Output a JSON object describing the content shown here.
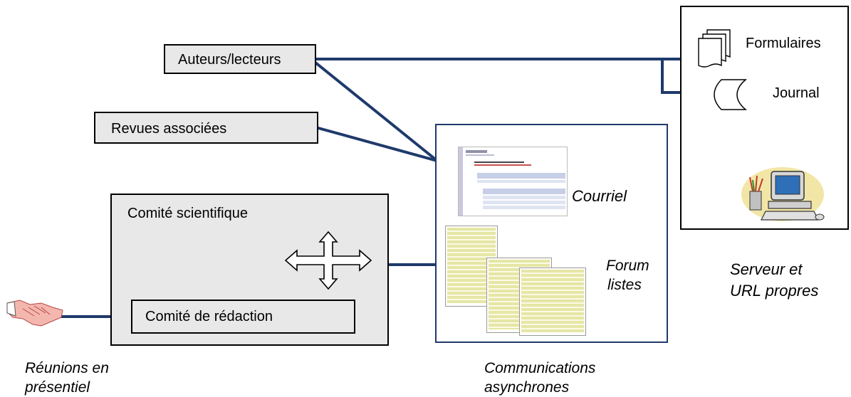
{
  "nodes": {
    "auteurs": "Auteurs/lecteurs",
    "revues": "Revues associées",
    "comite_scientifique": "Comité scientifique",
    "comite_redaction": "Comité de rédaction",
    "formulaires": "Formulaires",
    "journal": "Journal",
    "courriel": "Courriel",
    "forum_line1": "Forum",
    "forum_line2": "listes"
  },
  "captions": {
    "reunions_line1": "Réunions en",
    "reunions_line2": "présentiel",
    "communications_line1": "Communications",
    "communications_line2": "asynchrones",
    "serveur_line1": "Serveur et",
    "serveur_line2": "URL propres"
  },
  "colors": {
    "connector": "#1f3a6b",
    "box_fill": "#e8e8e8",
    "panel_border": "#1f3a6b"
  },
  "icons": {
    "handshake": "handshake-icon",
    "arrows": "four-way-arrow-icon",
    "forms": "forms-stack-icon",
    "journal": "database-cylinder-icon",
    "computer": "computer-clipart-icon",
    "email_thumb": "email-screenshot-thumbnail",
    "forum_thumb": "forum-screenshot-thumbnail"
  }
}
